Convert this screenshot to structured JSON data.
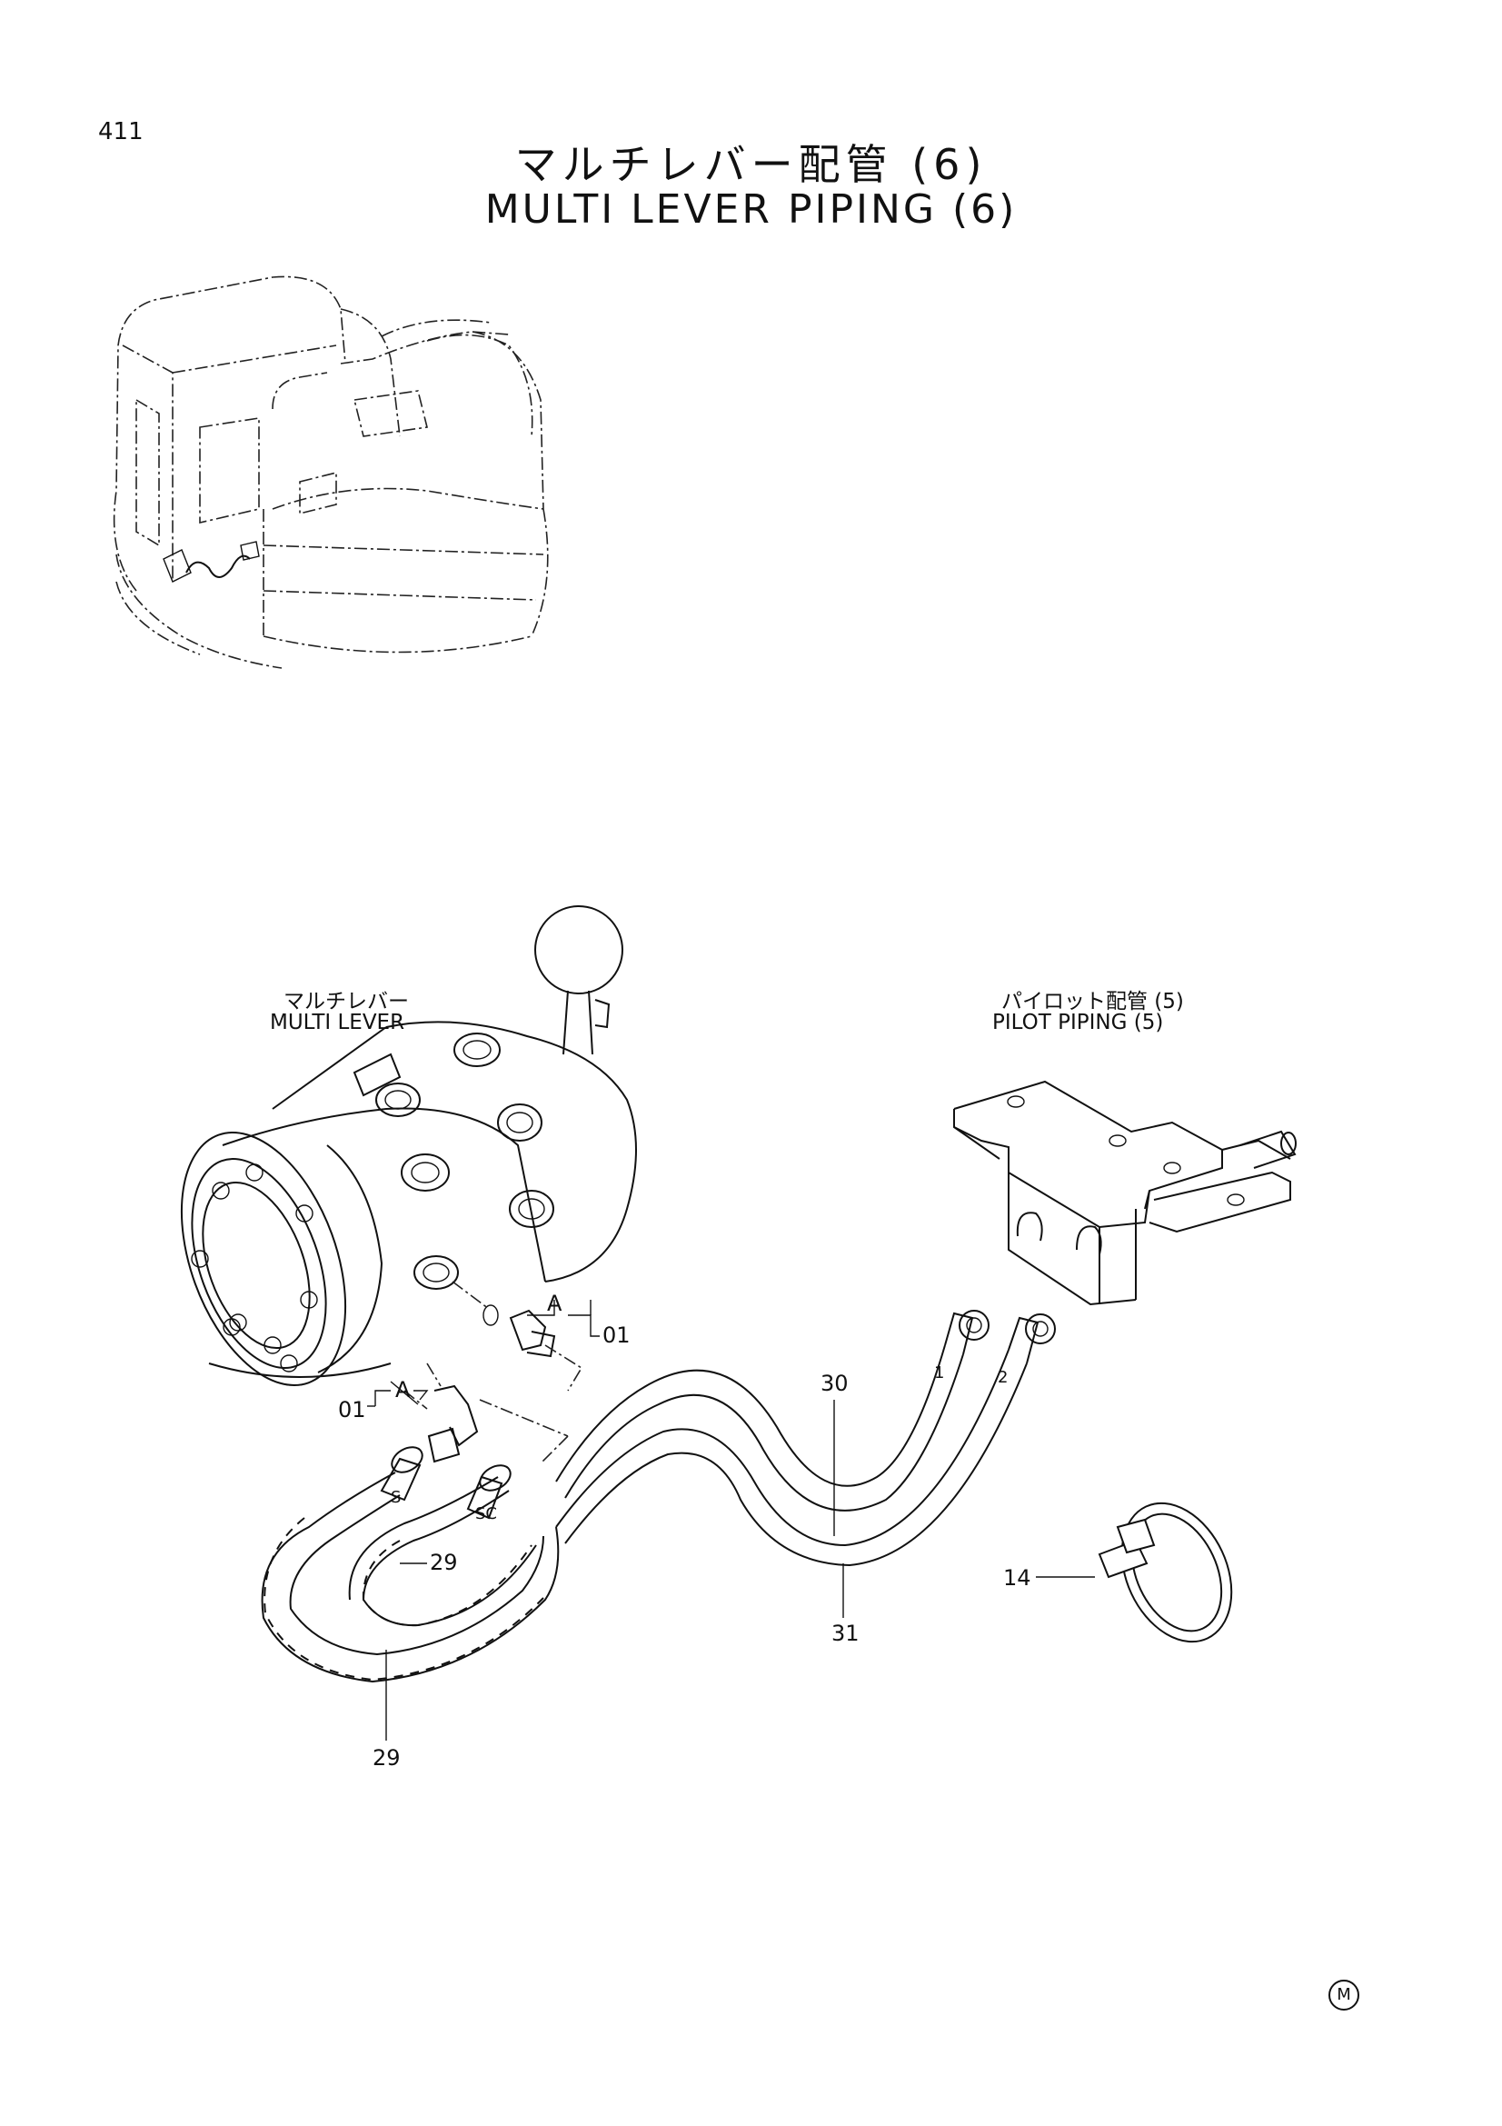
{
  "page": {
    "number": "411",
    "mark": "M"
  },
  "title": {
    "jp": "マルチレバー配管 (6)",
    "en": "MULTI LEVER PIPING (6)"
  },
  "labels": {
    "multi_lever_jp": "マルチレバー",
    "multi_lever_en": "MULTI LEVER",
    "pilot_piping_jp": "パイロット配管 (5)",
    "pilot_piping_en": "PILOT PIPING (5)"
  },
  "callouts": {
    "a_top": "A",
    "a_left": "A",
    "p01_right": "01",
    "p01_left": "01",
    "p30": "30",
    "p31": "31",
    "p29_inner": "29",
    "p29_bottom": "29",
    "p14": "14",
    "port_1": "1",
    "port_2": "2",
    "port_s": "S",
    "port_sc": "SC"
  }
}
